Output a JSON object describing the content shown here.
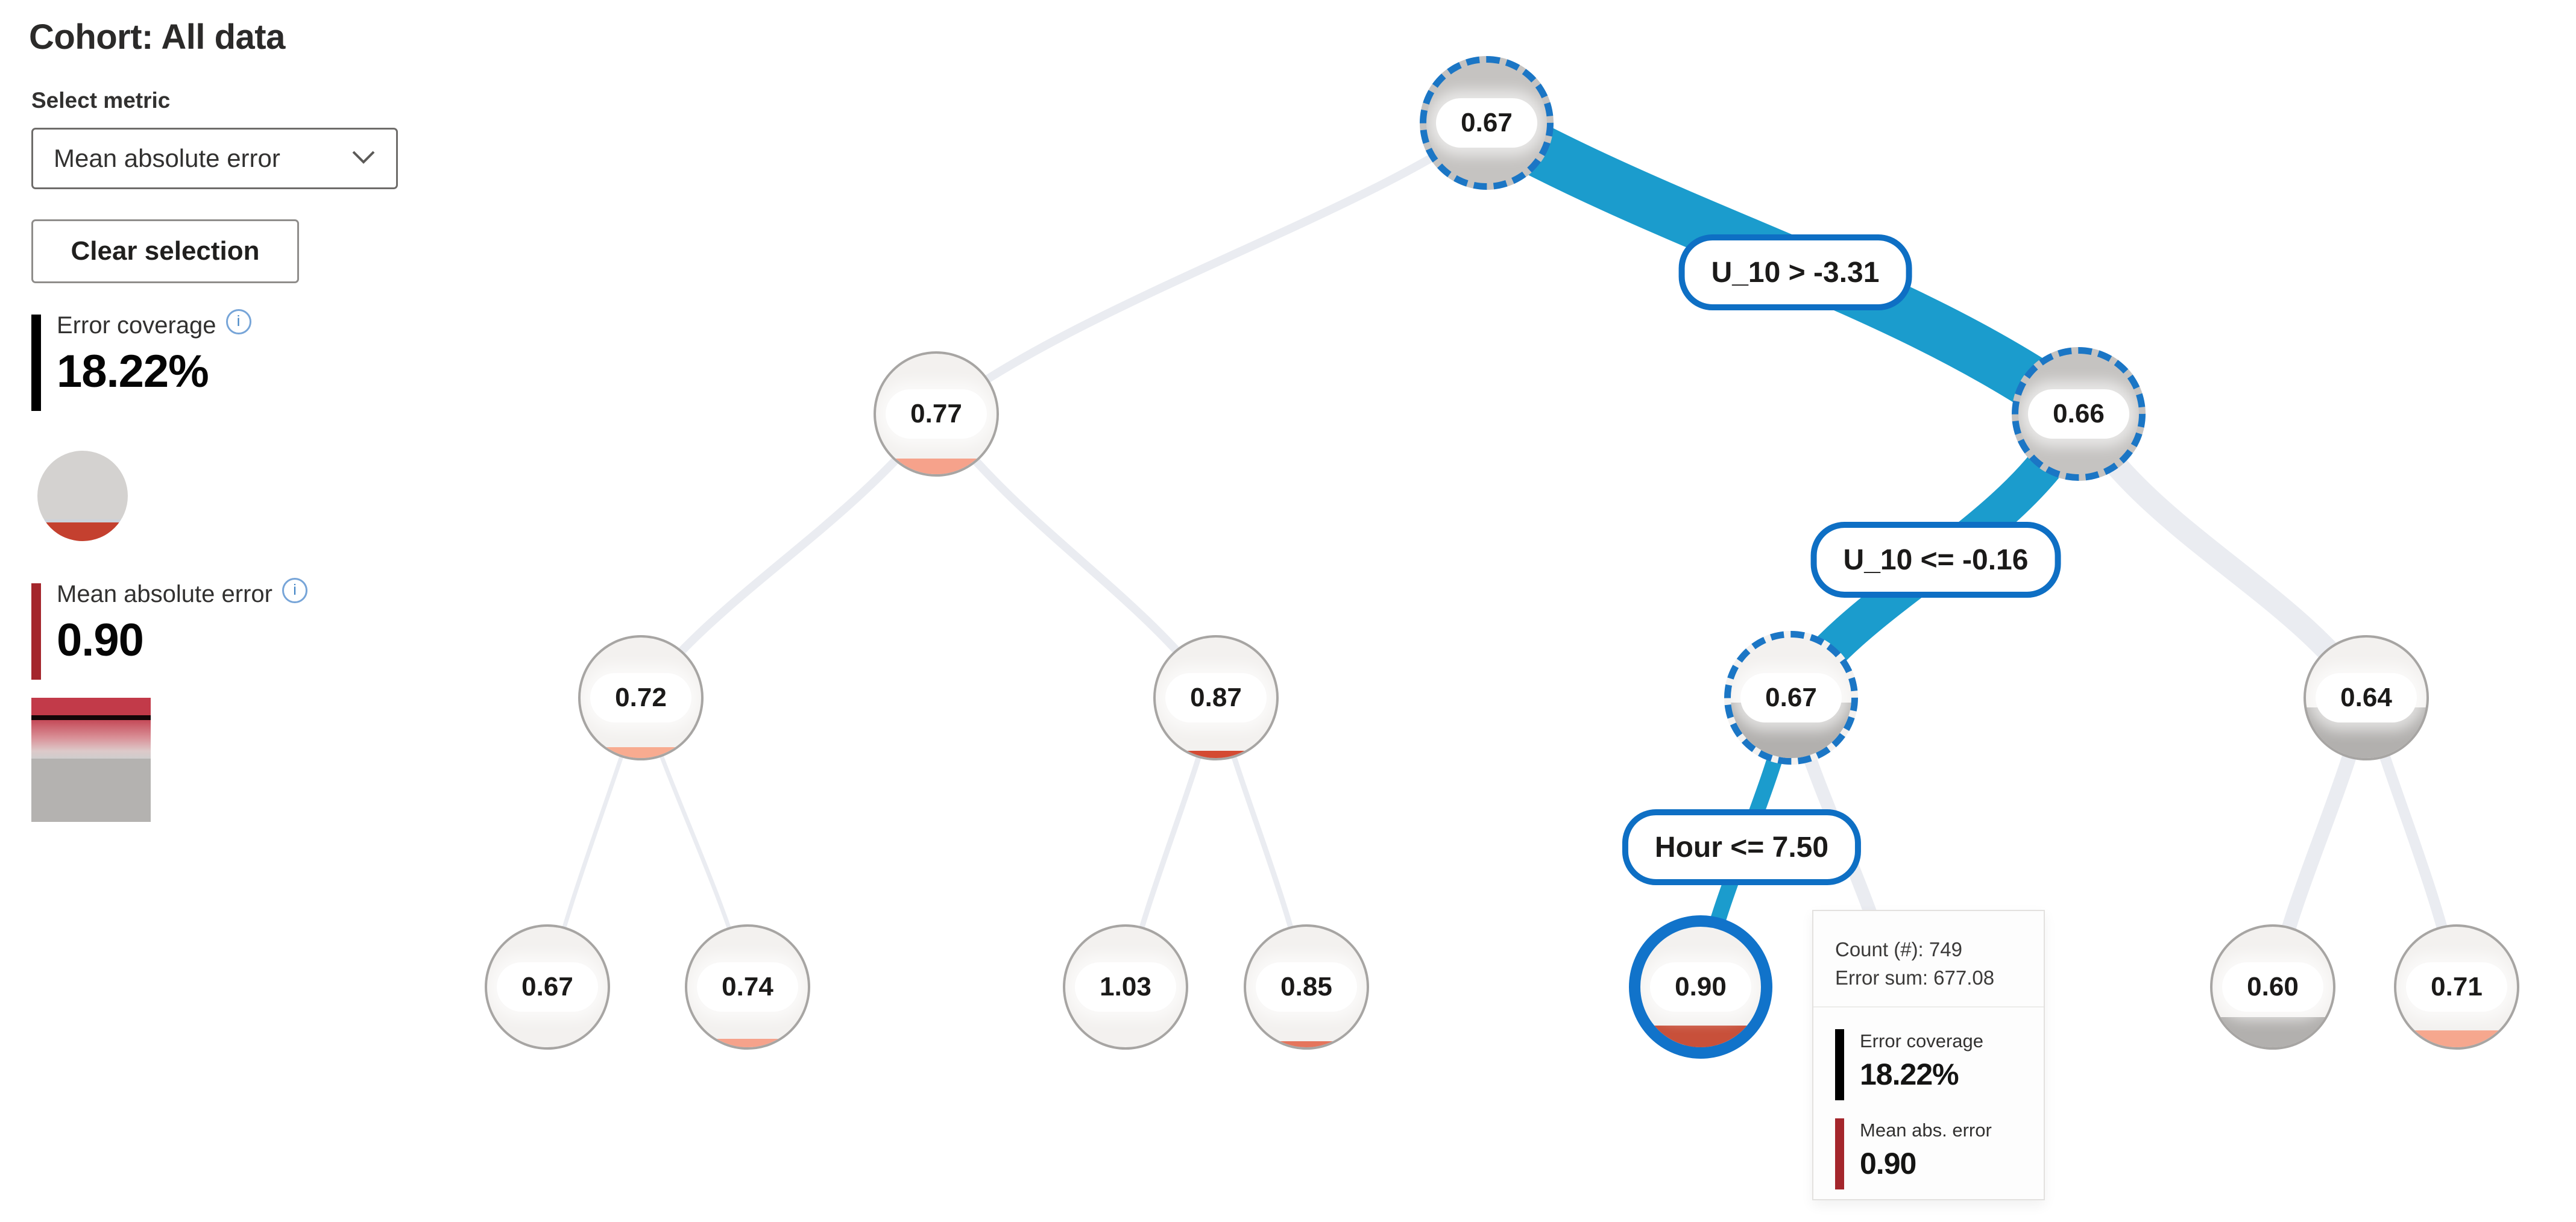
{
  "sidebar": {
    "cohort_title": "Cohort: All data",
    "select_metric_label": "Select metric",
    "metric_dropdown_value": "Mean absolute error",
    "clear_selection_label": "Clear selection",
    "error_coverage": {
      "label": "Error coverage",
      "value": "18.22%"
    },
    "mean_abs_error": {
      "label": "Mean absolute error",
      "value": "0.90"
    }
  },
  "icons": {
    "info_glyph": "i"
  },
  "tree": {
    "nodes": [
      {
        "value": "0.67"
      },
      {
        "value": "0.77"
      },
      {
        "value": "0.66"
      },
      {
        "value": "0.72"
      },
      {
        "value": "0.87"
      },
      {
        "value": "0.67"
      },
      {
        "value": "0.64"
      },
      {
        "value": "0.67"
      },
      {
        "value": "0.74"
      },
      {
        "value": "1.03"
      },
      {
        "value": "0.85"
      },
      {
        "value": "0.90"
      },
      {
        "value": "0.60"
      },
      {
        "value": "0.71"
      }
    ],
    "splits": [
      {
        "label": "U_10 > -3.31"
      },
      {
        "label": "U_10 <= -0.16"
      },
      {
        "label": "Hour <= 7.50"
      }
    ],
    "selected_path_values": [
      "0.67",
      "0.66",
      "0.67",
      "0.90"
    ]
  },
  "tooltip": {
    "count": "Count (#): 749",
    "error_sum": "Error sum: 677.08",
    "error_coverage_label": "Error coverage",
    "error_coverage_value": "18.22%",
    "mean_abs_error_label": "Mean abs. error",
    "mean_abs_error_value": "0.90"
  },
  "colors": {
    "selected_edge_cyan": "#1b9ccd",
    "selection_blue": "#1173ca",
    "edge_gray": "#eaecf1",
    "node_gray_fill": "#c5c3c1",
    "error_red_bar": "#a4262c",
    "coverage_black": "#000000",
    "salmon_fill": "#f6a28b"
  }
}
